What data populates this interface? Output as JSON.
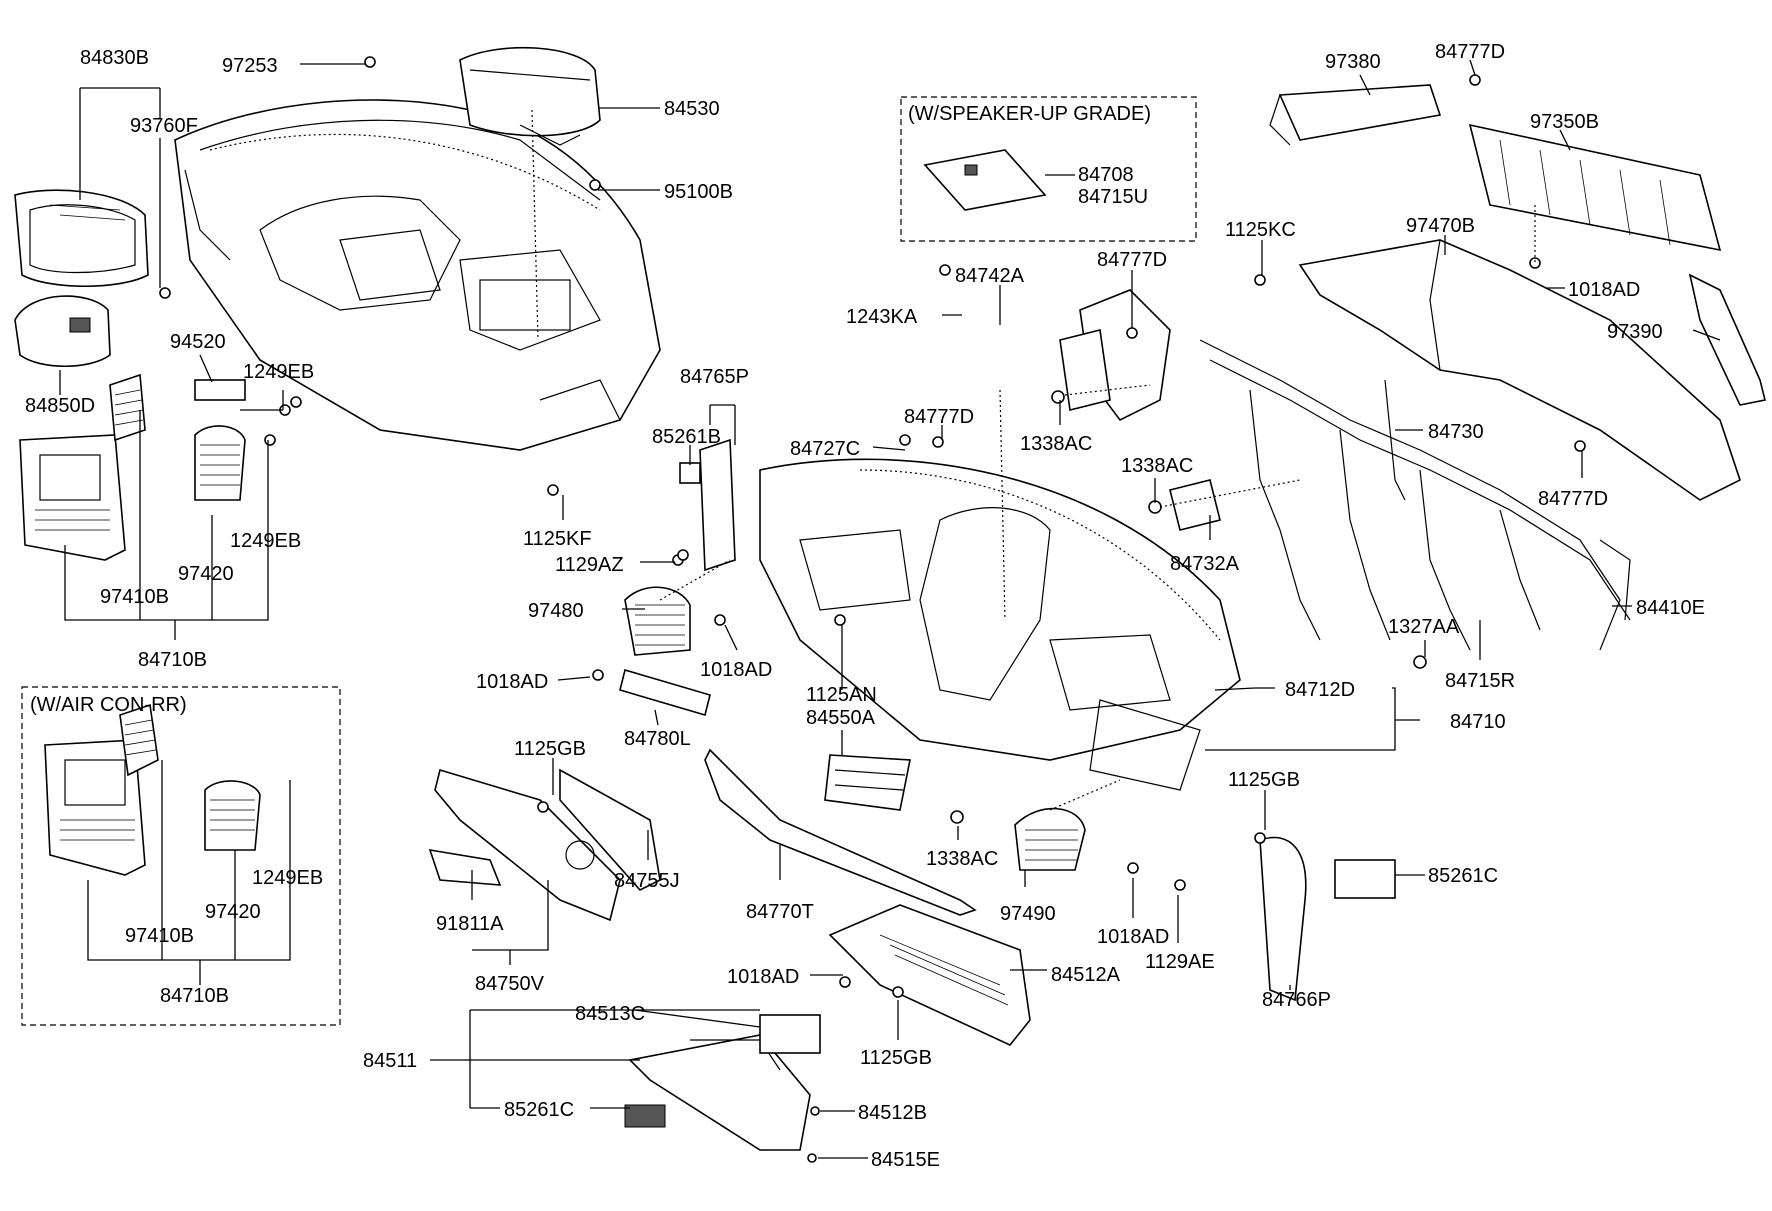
{
  "group_boxes": {
    "speaker_up": "(W/SPEAKER-UP GRADE)",
    "air_con_rr": "(W/AIR CON-RR)"
  },
  "labels": {
    "p84830B": "84830B",
    "p93760F": "93760F",
    "p97253": "97253",
    "p84530": "84530",
    "p95100B": "95100B",
    "p84850D": "84850D",
    "p94520": "94520",
    "p1249EB_a": "1249EB",
    "p1249EB_b": "1249EB",
    "p97420_a": "97420",
    "p97410B_a": "97410B",
    "p84710B_a": "84710B",
    "p97410B_b": "97410B",
    "p97420_b": "97420",
    "p1249EB_c": "1249EB",
    "p84710B_b": "84710B",
    "p84708": "84708",
    "p84715U": "84715U",
    "p84742A": "84742A",
    "p1243KA": "1243KA",
    "p84765P": "84765P",
    "p85261B": "85261B",
    "p84777D_a": "84777D",
    "p84727C": "84727C",
    "p1125KF": "1125KF",
    "p1129AZ": "1129AZ",
    "p97480": "97480",
    "p1018AD_a": "1018AD",
    "p1018AD_b": "1018AD",
    "p84780L": "84780L",
    "p1125AN": "1125AN",
    "p84550A": "84550A",
    "p1125GB_a": "1125GB",
    "p84755J": "84755J",
    "p91811A": "91811A",
    "p84750V": "84750V",
    "p84770T": "84770T",
    "p1338AC_a": "1338AC",
    "p97490": "97490",
    "p1018AD_c": "1018AD",
    "p1129AE": "1129AE",
    "p1018AD_d": "1018AD",
    "p84512A": "84512A",
    "p1125GB_b": "1125GB",
    "p84513C": "84513C",
    "p84511": "84511",
    "p85261C_a": "85261C",
    "p84512B": "84512B",
    "p84515E": "84515E",
    "p97380": "97380",
    "p84777D_b": "84777D",
    "p97350B": "97350B",
    "p1125KC": "1125KC",
    "p84777D_c": "84777D",
    "p97470B": "97470B",
    "p1018AD_e": "1018AD",
    "p97390": "97390",
    "p1338AC_b": "1338AC",
    "p84730": "84730",
    "p1338AC_c": "1338AC",
    "p84777D_d": "84777D",
    "p84732A": "84732A",
    "p84410E": "84410E",
    "p1327AA": "1327AA",
    "p84715R": "84715R",
    "p84712D": "84712D",
    "p84710": "84710",
    "p1125GB_c": "1125GB",
    "p85261C_b": "85261C",
    "p84766P": "84766P"
  }
}
